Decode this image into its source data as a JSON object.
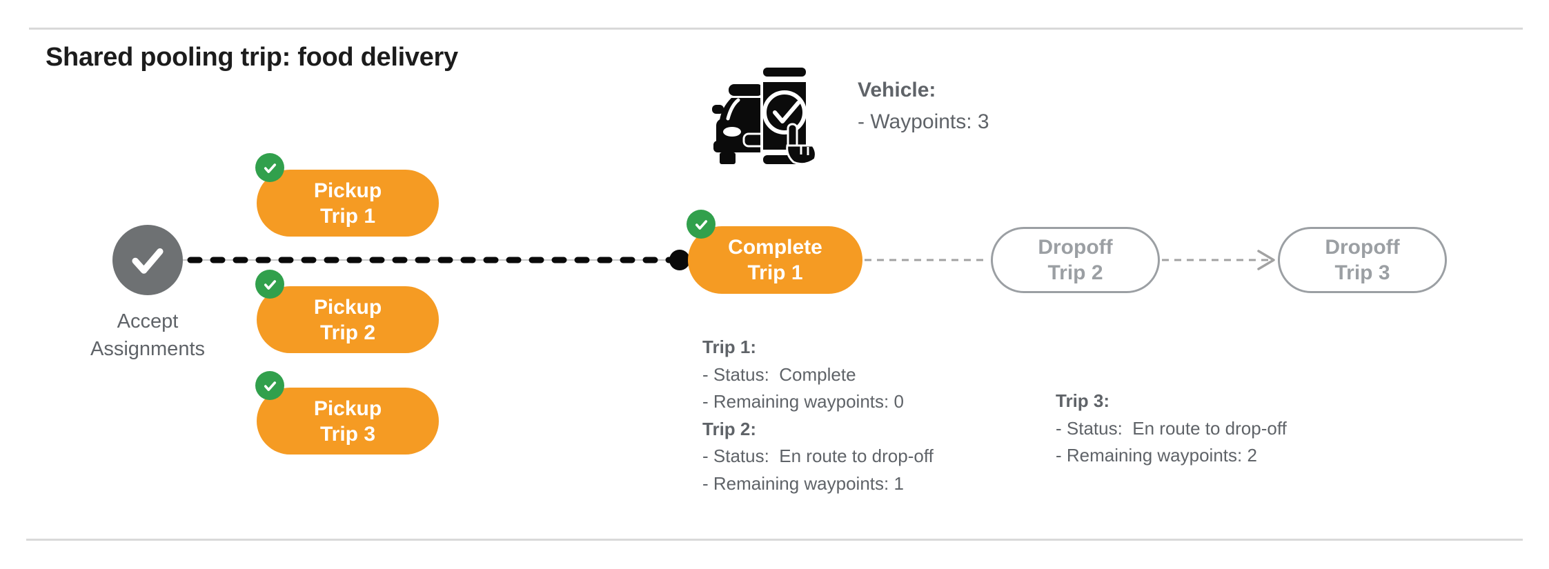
{
  "title": "Shared pooling trip: food delivery",
  "colors": {
    "pill_orange": "#f59b23",
    "badge_green": "#31a04c",
    "start_node_gray": "#6e7173",
    "text_gray": "#5f6368",
    "pending_pill_gray": "#9b9fa3",
    "connector_gray": "#a2a2a2",
    "route_line_black": "#0a0a0a",
    "divider_gray": "#d9d9d9"
  },
  "vehicle": {
    "icon": "car-phone-check-icon",
    "heading": "Vehicle:",
    "waypoints_line": "- Waypoints: 3"
  },
  "flow": {
    "start": {
      "icon": "check-icon",
      "label_line1": "Accept",
      "label_line2": "Assignments"
    },
    "nodes": [
      {
        "id": "pickup-trip-1",
        "line1": "Pickup",
        "line2": "Trip 1",
        "state": "done",
        "badge_icon": "check-icon"
      },
      {
        "id": "pickup-trip-2",
        "line1": "Pickup",
        "line2": "Trip 2",
        "state": "done",
        "badge_icon": "check-icon"
      },
      {
        "id": "pickup-trip-3",
        "line1": "Pickup",
        "line2": "Trip 3",
        "state": "done",
        "badge_icon": "check-icon"
      },
      {
        "id": "complete-trip-1",
        "line1": "Complete",
        "line2": "Trip 1",
        "state": "done",
        "badge_icon": "check-icon"
      },
      {
        "id": "dropoff-trip-2",
        "line1": "Dropoff",
        "line2": "Trip 2",
        "state": "pending"
      },
      {
        "id": "dropoff-trip-3",
        "line1": "Dropoff",
        "line2": "Trip 3",
        "state": "pending"
      }
    ]
  },
  "status_blocks": [
    {
      "entries": [
        {
          "heading": "Trip 1:",
          "lines": [
            "- Status:  Complete",
            "- Remaining waypoints: 0"
          ]
        },
        {
          "heading": "Trip 2:",
          "lines": [
            "- Status:  En route to drop-off",
            "- Remaining waypoints: 1"
          ]
        }
      ]
    },
    {
      "entries": [
        {
          "heading": "Trip 3:",
          "lines": [
            "- Status:  En route to drop-off",
            "- Remaining waypoints: 2"
          ]
        }
      ]
    }
  ]
}
